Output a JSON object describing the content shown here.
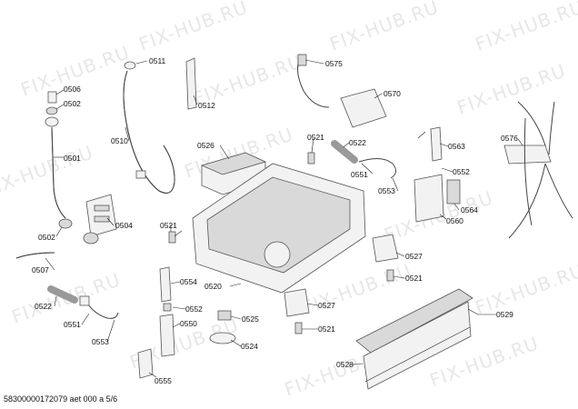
{
  "watermark_text": "FIX-HUB.RU",
  "footer": "58300000172079 aet 000 a 5/6",
  "parts": [
    "0501",
    "0502",
    "0504",
    "0506",
    "0507",
    "0510",
    "0511",
    "0512",
    "0520",
    "0521",
    "0522",
    "0524",
    "0525",
    "0526",
    "0527",
    "0528",
    "0529",
    "0550",
    "0551",
    "0552",
    "0553",
    "0554",
    "0555",
    "0560",
    "0563",
    "0564",
    "0570",
    "0575",
    "0576"
  ]
}
